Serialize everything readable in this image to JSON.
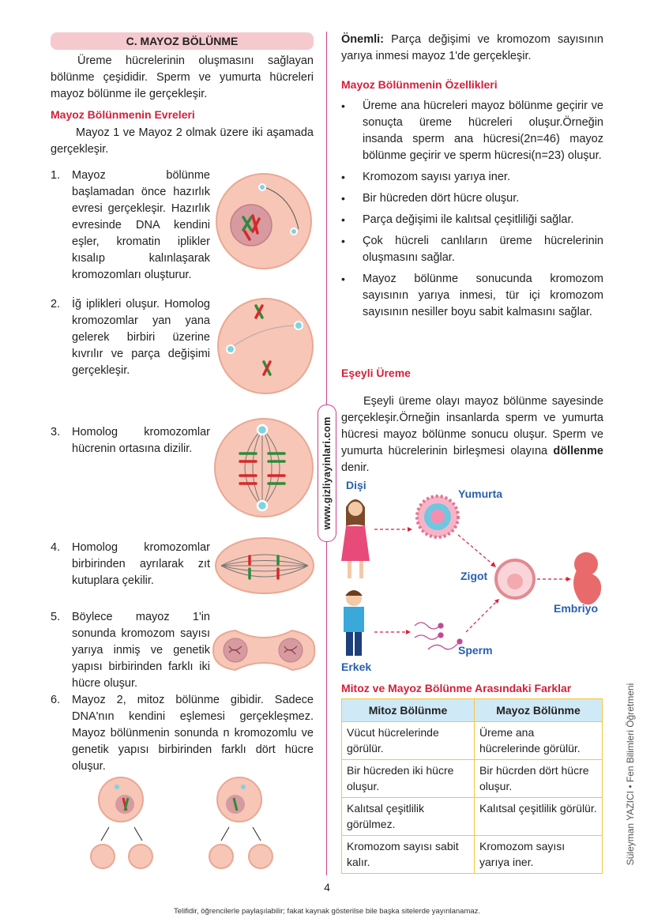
{
  "left": {
    "section_title": "C. MAYOZ BÖLÜNME",
    "intro": "Üreme hücrelerinin oluşmasını sağlayan bölünme çeşididir. Sperm ve yumurta hücreleri mayoz bölünme ile gerçekleşir.",
    "phases_heading": "Mayoz Bölünmenin Evreleri",
    "phases_intro": "Mayoz 1 ve Mayoz 2 olmak üzere iki aşamada gerçekleşir.",
    "steps": [
      {
        "num": "1.",
        "text": "Mayoz bölünme başlamadan önce hazırlık evresi gerçekleşir. Hazırlık evresinde DNA kendini eşler, kromatin iplikler kısalıp kalınlaşarak kromozomları oluşturur."
      },
      {
        "num": "2.",
        "text": "İğ iplikleri oluşur. Homolog kromozomlar yan yana gelerek birbiri üzerine kıvrılır ve parça değişimi gerçekleşir."
      },
      {
        "num": "3.",
        "text": "Homolog kromozomlar hücrenin ortasına dizilir."
      },
      {
        "num": "4.",
        "text": "Homolog kromozomlar birbirinden ayrılarak zıt kutuplara çekilir."
      },
      {
        "num": "5.",
        "text": "Böylece mayoz 1'in sonunda kromozom sayısı yarıya inmiş ve genetik yapısı birbirinden farklı iki hücre oluşur."
      },
      {
        "num": "6.",
        "text": "Mayoz 2, mitoz bölünme gibidir. Sadece DNA'nın kendini eşlemesi gerçekleşmez. Mayoz bölünmenin sonunda n kromozomlu ve genetik yapısı birbirinden farklı dört hücre oluşur."
      }
    ]
  },
  "website": "www.gizliyayinlari.com",
  "right": {
    "note_label": "Önemli:",
    "note_text": "Parça değişimi ve kromozom sayısının yarıya inmesi mayoz 1'de gerçekleşir.",
    "features_heading": "Mayoz Bölünmenin Özellikleri",
    "features": [
      "Üreme ana hücreleri mayoz bölünme geçirir ve sonuçta üreme hücreleri oluşur.Örneğin insanda sperm ana hücresi(2n=46) mayoz bölünme geçirir ve sperm hücresi(n=23) oluşur.",
      "Kromozom sayısı yarıya iner.",
      "Bir hücreden dört hücre oluşur.",
      "Parça değişimi ile kalıtsal çeşitliliği sağlar.",
      "Çok hücreli canlıların üreme hücrelerinin oluşmasını sağlar.",
      "Mayoz bölünme sonucunda kromozom sayısının yarıya inmesi, tür içi kromozom sayısının nesiller boyu sabit kalmasını sağlar."
    ],
    "sexual_heading": "Eşeyli Üreme",
    "sexual_text_pre": "Eşeyli üreme olayı mayoz bölünme sayesinde gerçekleşir.Örneğin insanlarda sperm ve yumurta hücresi mayoz bölünme sonucu oluşur. Sperm ve yumurta hücrelerinin birleşmesi olayına ",
    "sexual_text_bold": "döllenme",
    "sexual_text_post": " denir.",
    "diagram": {
      "female": "Dişi",
      "egg": "Yumurta",
      "zygote": "Zigot",
      "embryo": "Embriyo",
      "male": "Erkek",
      "sperm": "Sperm"
    },
    "table_heading": "Mitoz ve Mayoz Bölünme Arasındaki Farklar",
    "table": {
      "headers": [
        "Mitoz Bölünme",
        "Mayoz Bölünme"
      ],
      "rows": [
        [
          "Vücut hücrelerinde görülür.",
          "Üreme ana hücrelerinde görülür."
        ],
        [
          "Bir hücreden iki hücre oluşur.",
          "Bir hücrden dört hücre oluşur."
        ],
        [
          "Kalıtsal çeşitlilik görülmez.",
          "Kalıtsal çeşitlilik görülür."
        ],
        [
          "Kromozom sayısı sabit kalır.",
          "Kromozom sayısı yarıya iner."
        ]
      ]
    }
  },
  "side_credit": "Süleyman YAZICI • Fen Bilimleri Öğretmeni",
  "page_number": "4",
  "footer": "Telifidir, öğrencilerle paylaşılabilir; fakat kaynak gösterilse bile başka sitelerde yayınlanamaz.",
  "colors": {
    "accent_red": "#d5203a",
    "title_bg": "#f6c9cf",
    "divider": "#c9418d",
    "table_header": "#cfeaf6",
    "table_border": "#f4c542",
    "diagram_blue": "#2a5fb0"
  }
}
